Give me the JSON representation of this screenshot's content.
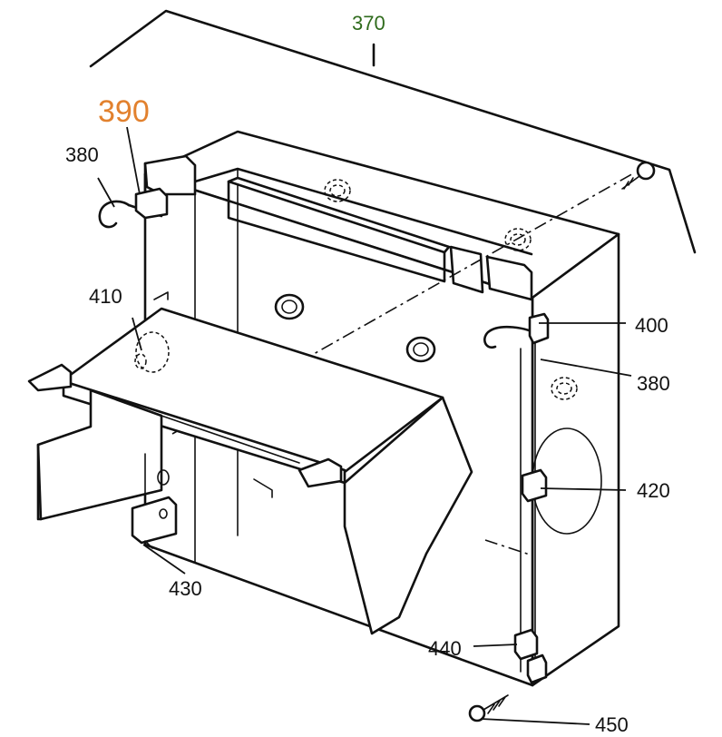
{
  "callouts": {
    "c370": "370",
    "c390": "390",
    "c380_top": "380",
    "c410": "410",
    "c400": "400",
    "c380_right": "380",
    "c420": "420",
    "c430": "430",
    "c440": "440",
    "c450": "450"
  },
  "colors": {
    "c370": "#2f6b1c",
    "c390": "#e2812e",
    "default": "#111111"
  }
}
